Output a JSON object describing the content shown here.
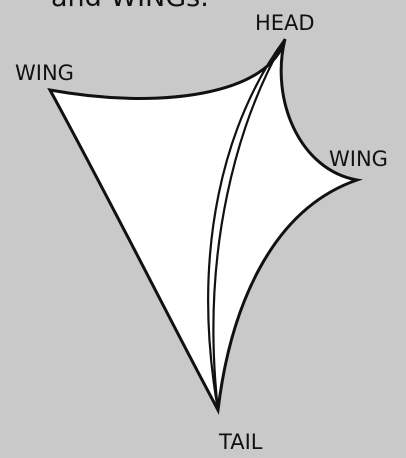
{
  "diagram": {
    "top_text_fragment": "and WINGs.",
    "labels": {
      "head": "HEAD",
      "wing_left": "WING",
      "wing_right": "WING",
      "tail": "TAIL"
    },
    "colors": {
      "background": "#c9c9c9",
      "fill": "#ffffff",
      "stroke": "#111111"
    }
  }
}
